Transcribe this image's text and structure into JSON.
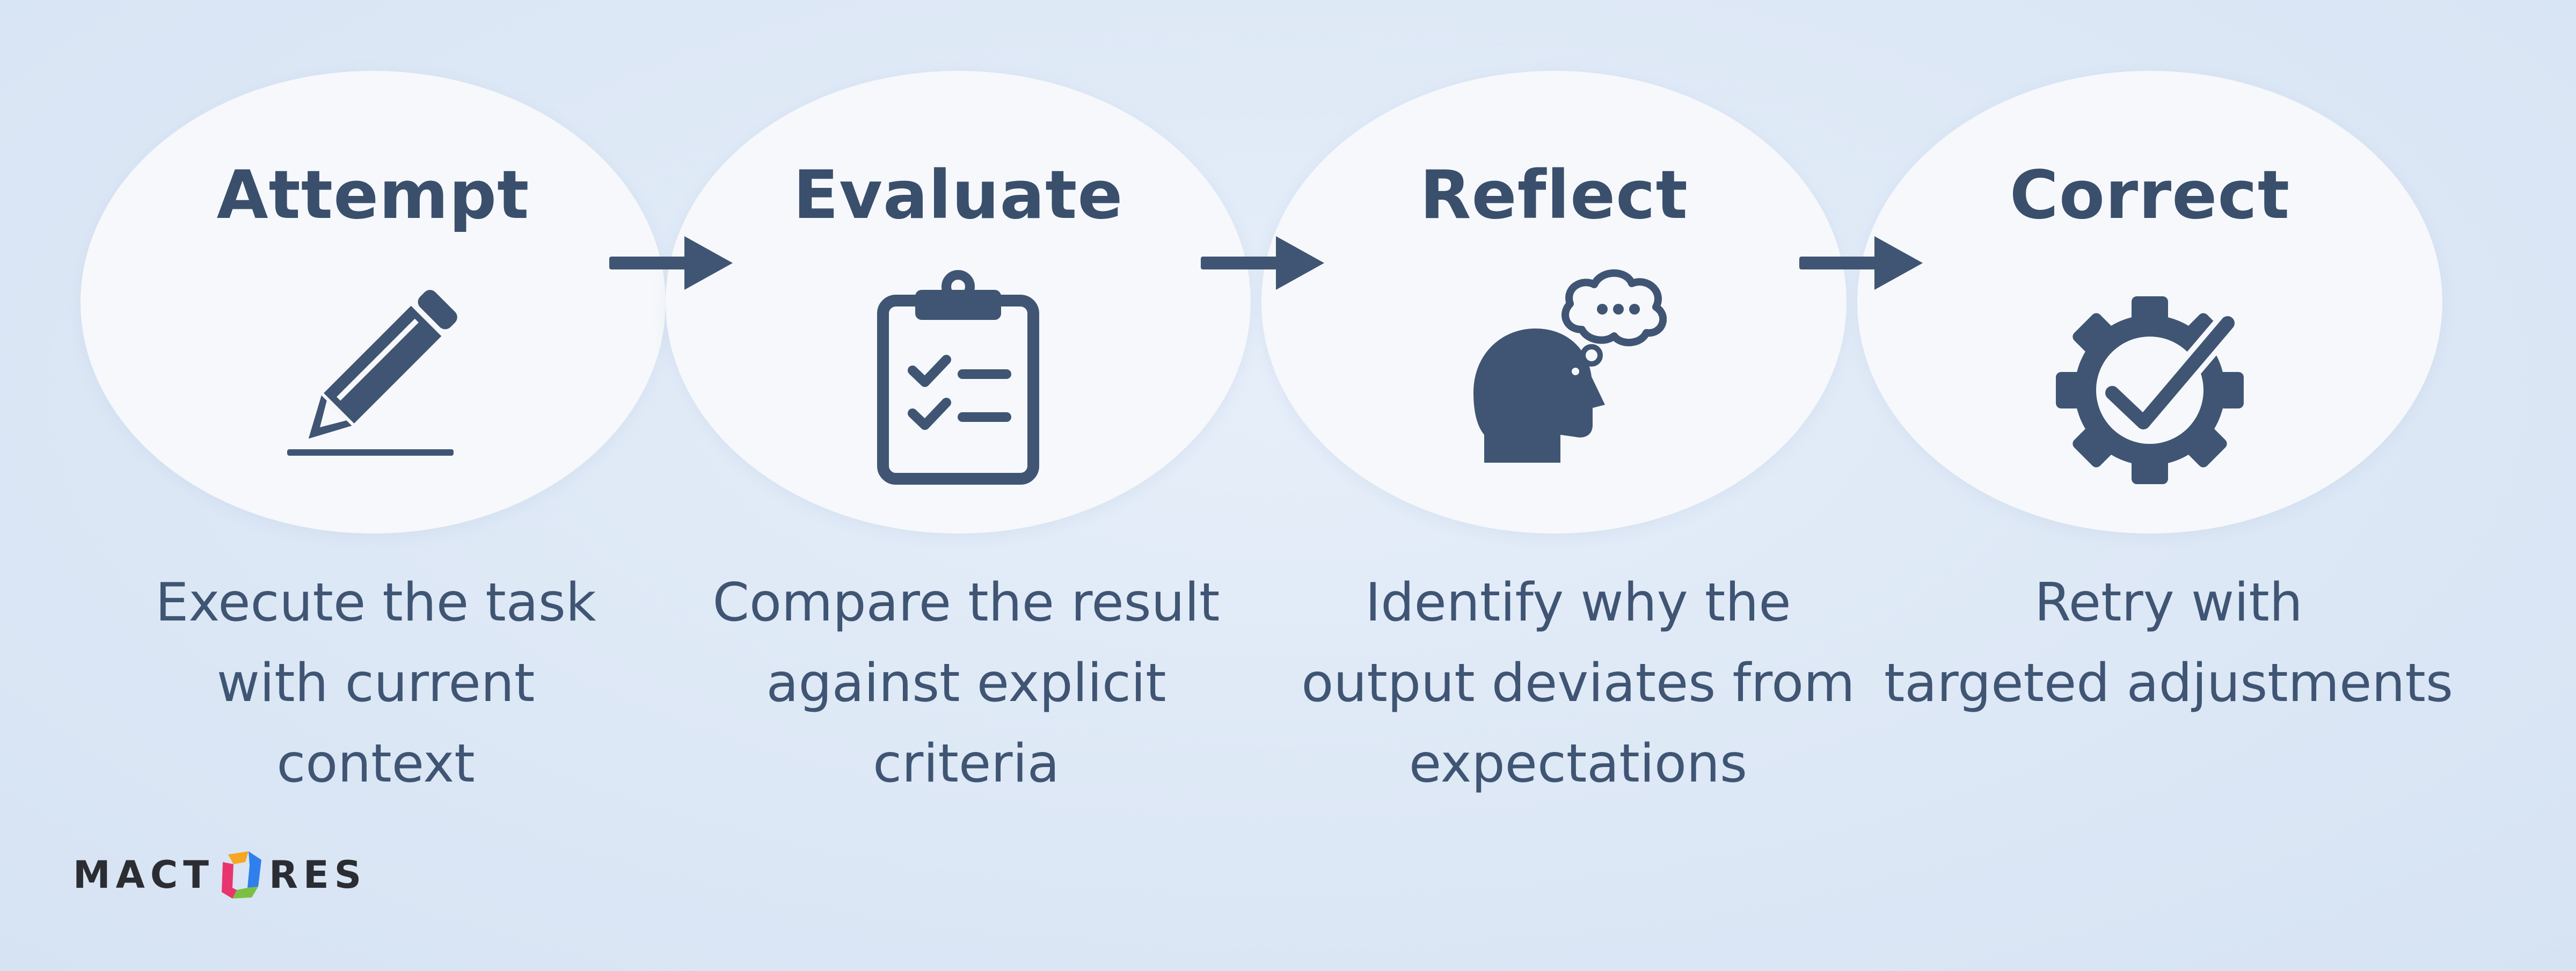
{
  "steps": [
    {
      "title": "Attempt",
      "icon": "pencil-icon",
      "description": [
        "Execute the task",
        "with current",
        "context"
      ]
    },
    {
      "title": "Evaluate",
      "icon": "clipboard-checklist-icon",
      "description": [
        "Compare the result",
        "against explicit",
        "criteria"
      ]
    },
    {
      "title": "Reflect",
      "icon": "head-thought-bubble-icon",
      "description": [
        "Identify why the",
        "output deviates from",
        "expectations"
      ]
    },
    {
      "title": "Correct",
      "icon": "gear-checkmark-icon",
      "description": [
        "Retry with",
        "targeted adjustments"
      ]
    }
  ],
  "logo": {
    "left_text": "MACT",
    "right_text": "RES",
    "mark_icon": "mactores-o-logo-mark"
  },
  "colors": {
    "background": "#dde8f6",
    "blob": "#f6f8fb",
    "icon": "#3f5573",
    "text": "#3f5573",
    "logo_text": "#2b2d33",
    "logo_orange": "#f5a623",
    "logo_blue": "#2f80ed",
    "logo_green": "#7bc043",
    "logo_pink": "#e8356d"
  }
}
